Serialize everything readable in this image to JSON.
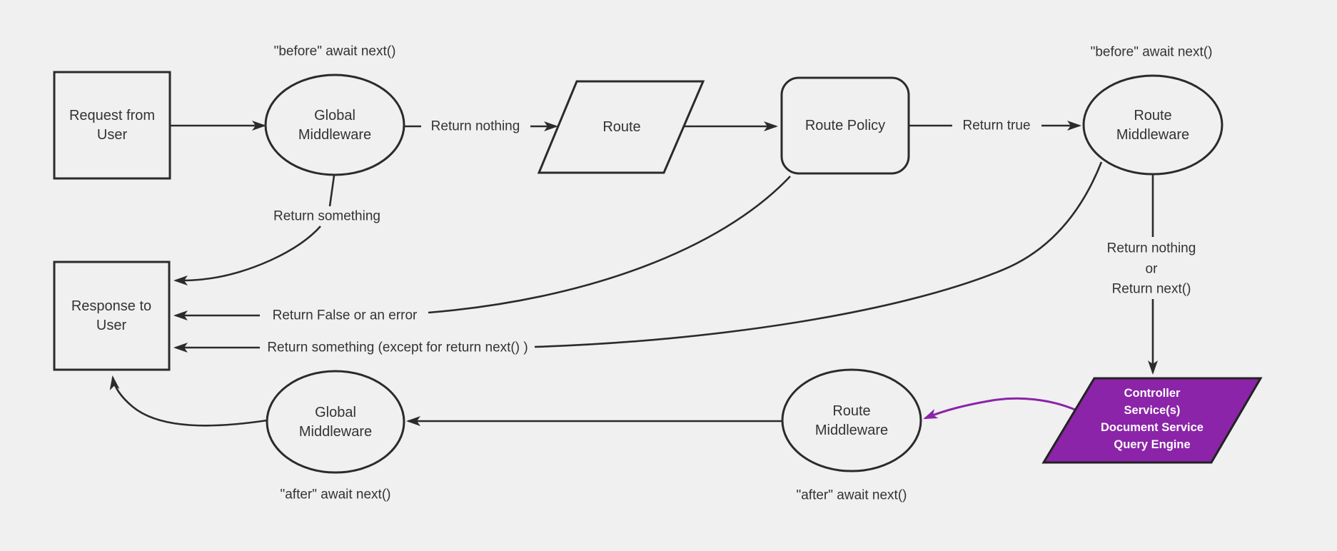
{
  "colors": {
    "background": "#f0f0f1",
    "line": "#2b2b2b",
    "text": "#333333",
    "accent_purple": "#8b24a8",
    "purple_node_text": "#ffffff"
  },
  "nodes": {
    "request_from_user": {
      "shape": "rectangle",
      "lines": [
        "Request from",
        "User"
      ]
    },
    "global_middleware_top": {
      "shape": "ellipse",
      "lines": [
        "Global",
        "Middleware"
      ]
    },
    "route": {
      "shape": "parallelogram",
      "lines": [
        "Route"
      ]
    },
    "route_policy": {
      "shape": "rounded-rectangle",
      "lines": [
        "Route Policy"
      ]
    },
    "route_middleware_top": {
      "shape": "ellipse",
      "lines": [
        "Route",
        "Middleware"
      ]
    },
    "controller_services": {
      "shape": "parallelogram",
      "lines": [
        "Controller",
        "Service(s)",
        "Document Service",
        "Query Engine"
      ]
    },
    "route_middleware_bottom": {
      "shape": "ellipse",
      "lines": [
        "Route",
        "Middleware"
      ]
    },
    "global_middleware_bottom": {
      "shape": "ellipse",
      "lines": [
        "Global",
        "Middleware"
      ]
    },
    "response_to_user": {
      "shape": "rectangle",
      "lines": [
        "Response to",
        "User"
      ]
    }
  },
  "annotations": {
    "before_await_next_left": "\"before\" await next()",
    "before_await_next_right": "\"before\" await next()",
    "after_await_next_left": "\"after\" await next()",
    "after_await_next_right": "\"after\" await next()"
  },
  "edge_labels": {
    "return_nothing": "Return nothing",
    "return_true": "Return true",
    "return_something": "Return something",
    "return_false_or_error": "Return False or an error",
    "return_something_except": "Return something (except for return next() )",
    "return_nothing_or_next": [
      "Return nothing",
      "or",
      "Return next()"
    ]
  }
}
